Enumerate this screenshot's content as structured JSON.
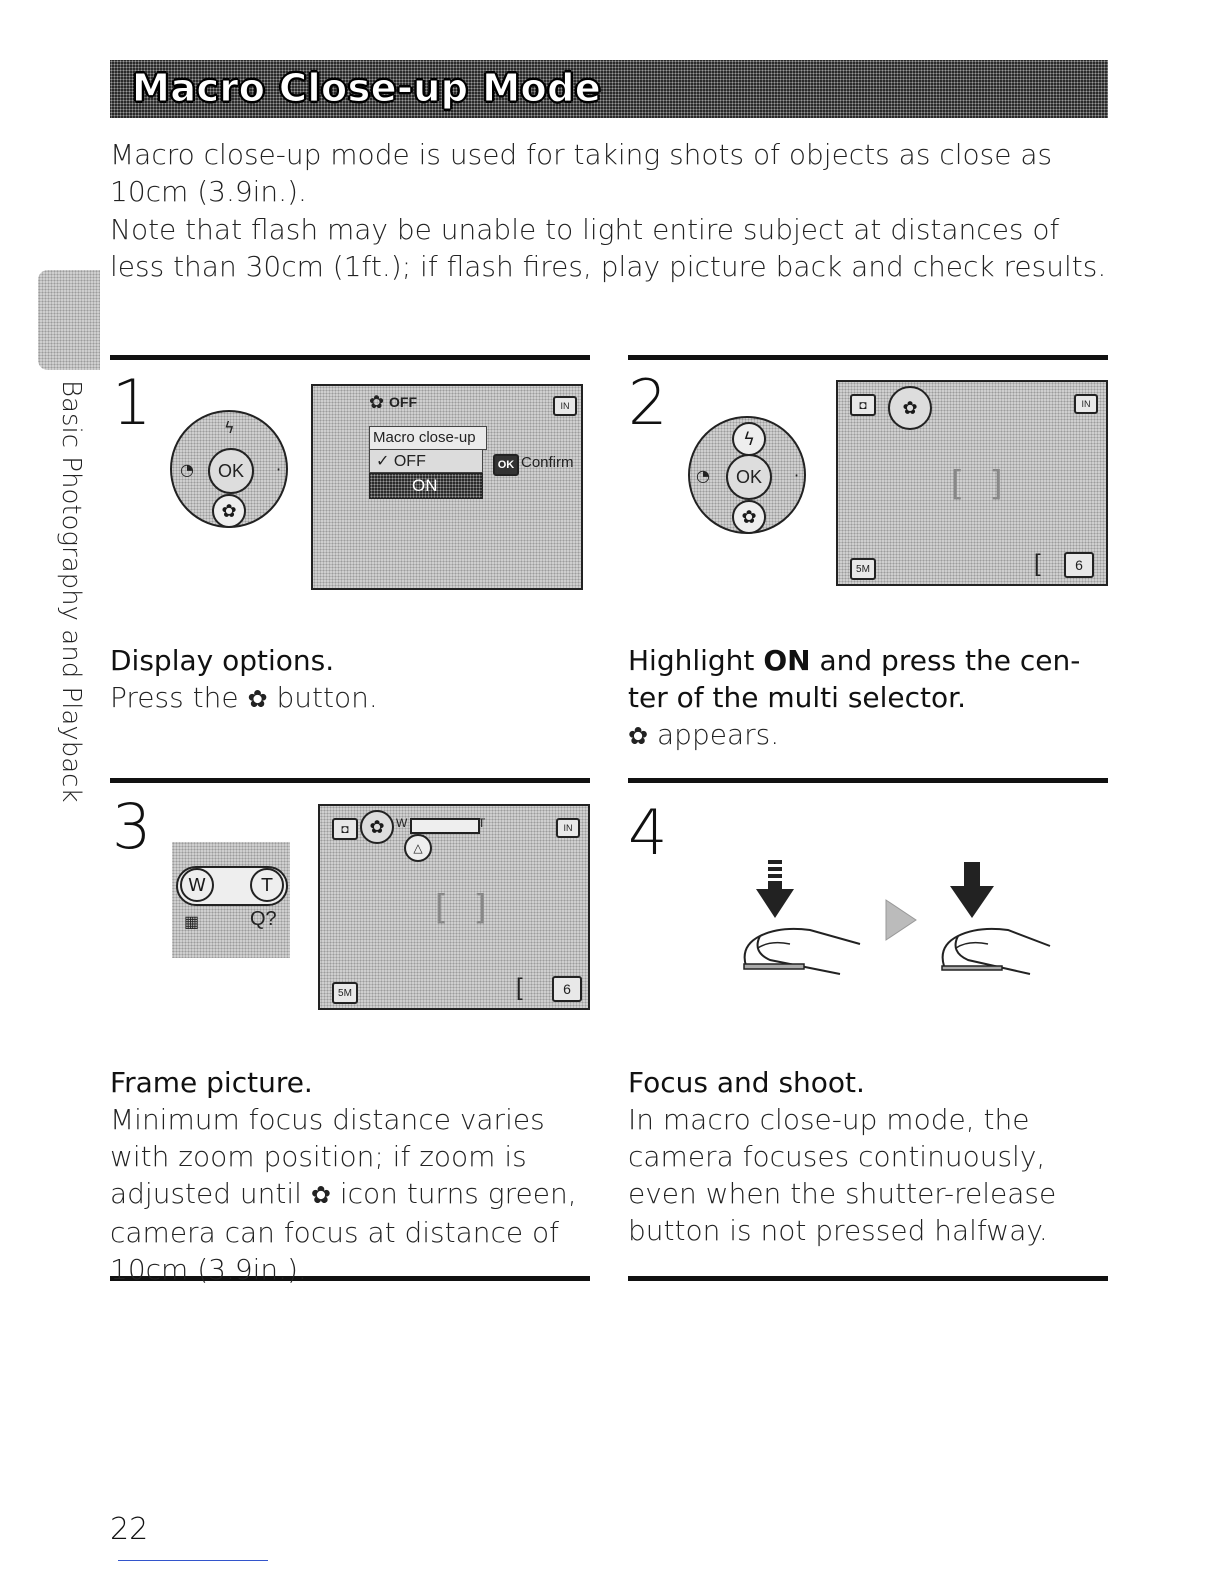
{
  "title": "Macro Close-up Mode",
  "intro": [
    "Macro close-up mode is used for taking shots of objects as close as 10cm (3.9in.).",
    "Note that flash may be unable to light entire subject at distances of less than 30cm (1ft.); if flash fires, play picture back and check results."
  ],
  "side_label": "Basic Photography and Playback",
  "steps": [
    {
      "number": "1",
      "heading": "Display options.",
      "body_pre": "Press the ",
      "body_icon": "tulip-icon",
      "body_post": " button."
    },
    {
      "number": "2",
      "heading_pre": "Highlight ",
      "heading_bold": "ON",
      "heading_post": " and press the cen-ter of the multi selector.",
      "body_icon": "tulip-icon",
      "body_post": " appears."
    },
    {
      "number": "3",
      "heading": "Frame picture.",
      "body_pre": "Minimum focus distance varies with zoom position; if zoom is adjusted until ",
      "body_icon": "tulip-icon",
      "body_post": " icon turns green, camera can focus at distance of 10cm (3.9in.)."
    },
    {
      "number": "4",
      "heading": "Focus and shoot.",
      "body": "In macro close-up mode, the camera focuses continuously, even when the shutter-release button is not pressed halfway."
    }
  ],
  "screen1": {
    "status": "OFF",
    "menu_title": "Macro close-up",
    "options": [
      "✓ OFF",
      "ON"
    ],
    "ok": "OK",
    "confirm": "Confirm",
    "memory": "IN"
  },
  "screen2": {
    "memory": "IN",
    "image_size": "5M",
    "frames": "6"
  },
  "screen3": {
    "memory": "IN",
    "image_size": "5M",
    "frames": "6",
    "zoom_w": "W",
    "zoom_t": "T"
  },
  "dial": {
    "ok": "OK"
  },
  "zoom_buttons": {
    "w": "W",
    "t": "T"
  },
  "page_number": "22"
}
